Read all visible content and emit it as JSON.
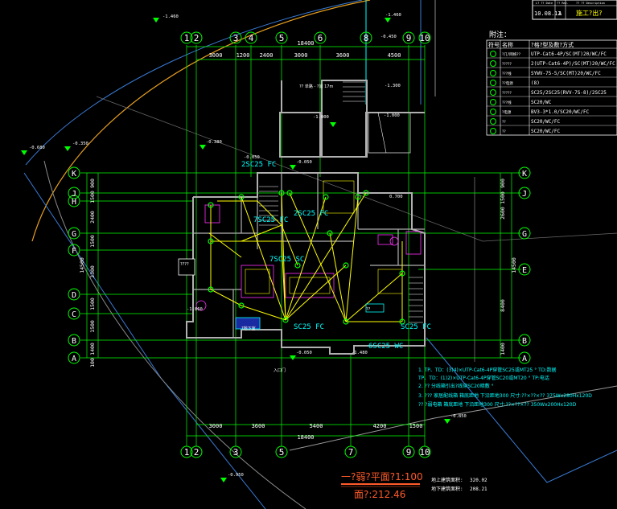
{
  "colors": {
    "background": "#000000",
    "grid": "#00ff00",
    "dimension": "#00ff00",
    "wall": "#b0b0b0",
    "wiring": "#ffff00",
    "annotation": "#00ffff",
    "title": "#ff5a2a",
    "boundary": "#e8a020",
    "blue_line": "#3a7bd5",
    "magenta": "#ff30ff",
    "white": "#ffffff"
  },
  "title_block": {
    "date": "10.08.12",
    "rev": "A",
    "desc": "施工?出?",
    "hdr_date": "L? ?? Date",
    "hdr_rev": "?? Rev.",
    "hdr_desc": "?? ?? Description"
  },
  "legend": {
    "heading": "附注：",
    "col_num": "符号",
    "col_name": "名称",
    "col_spec": "?格?型及敷?方式",
    "rows": [
      {
        "name": "?几?网络??",
        "spec": "UTP-Cat6-4P/SC(MT)20/WC/FC"
      },
      {
        "name": "?????",
        "spec": "2(UTP-Cat6-4P)/SC(MT)20/WC/FC"
      },
      {
        "name": "???线",
        "spec": "SYWV-75-5/SC(MT)20/WC/FC"
      },
      {
        "name": "??电源",
        "spec": "(8)"
      },
      {
        "name": "?????",
        "spec": "SC25/2SC25(RVV-7S-8)/2SC25"
      },
      {
        "name": "???线",
        "spec": "SC20/WC"
      },
      {
        "name": "?电源",
        "spec": "BV3-3*1.0/SC20/WC/FC"
      },
      {
        "name": "??",
        "spec": "SC20/WC/FC"
      },
      {
        "name": "??",
        "spec": "SC20/WC/FC"
      }
    ]
  },
  "notes": [
    "1. TP、TD：(3)4)×UTP-Cat6-4P穿管SC25或MT25 °  TD:数据",
    "   TP、TD：(1)2)×UTP-Cat6-4P穿管SC20或MT20 °  TP:电话",
    "2. ?? 分线箱引出?线穿SC20暗敷 °",
    "3. ??? 家居配线箱  箱底距地  下沿距地300  尺寸:??×??×??   375Wx280Hx120D",
    "   ?? ?弱电箱  箱底距地 下沿距地300  尺寸:??×??×??   350Wx200Hx120D"
  ],
  "axes": {
    "top": [
      "1",
      "2",
      "3",
      "4",
      "5",
      "6",
      "8",
      "9",
      "10"
    ],
    "bottom": [
      "1",
      "2",
      "3",
      "5",
      "7",
      "9",
      "10"
    ],
    "left": [
      "K",
      "J",
      "H",
      "G",
      "F",
      "D",
      "C",
      "B",
      "A"
    ],
    "right": [
      "K",
      "J",
      "G",
      "E",
      "B",
      "A"
    ]
  },
  "dims": {
    "top_total": "18400",
    "top_parts": [
      "3000",
      "1200",
      "2400",
      "3000",
      "3600",
      "4500"
    ],
    "bottom_total": "18400",
    "bottom_parts": [
      "3000",
      "3600",
      "5400",
      "4200",
      "1500"
    ],
    "left_total": "14500",
    "left_parts": [
      "900",
      "1500",
      "2400",
      "1500",
      "3300",
      "1500",
      "1500",
      "1400",
      "100"
    ],
    "right_total": "14500",
    "right_parts": [
      "900",
      "1500",
      "2600",
      "8400",
      "1400"
    ]
  },
  "labels": {
    "l1": "-1.460",
    "l2": "-1.460",
    "l3": "-0.450",
    "l4": "-1.000",
    "l5": "-0.350",
    "l6": "-1.300",
    "l7": "-0.380",
    "l8": "-0.680",
    "l9": "-0.050",
    "l10": "-0.050",
    "l11": "-1.000",
    "l12": "-0.850",
    "l13": "-0.950",
    "l14": "-1.860",
    "l15": "-1.480",
    "l16": "0.700",
    "l17": "-0.050"
  },
  "conduit_labels": {
    "c1": "2SC25 FC",
    "c2": "7SC25 FC",
    "c3": "2SC25 FC",
    "c4": "7SC25 SC",
    "c5": "SC25 FC",
    "c6": "SC25 FC",
    "c7": "6SC25 WC"
  },
  "room_labels": {
    "r1": "?? 单路 -  ?加 17m",
    "r2": "??",
    "r3": "入口门",
    "r4": "?地下室",
    "r5": "????"
  },
  "plan_title": "一?弱?平面?1:100",
  "area_line": "面?:212.46",
  "area_stats": [
    {
      "label": "地上建筑面积:",
      "value": "320.02"
    },
    {
      "label": "地下建筑面积:",
      "value": "208.21"
    }
  ]
}
